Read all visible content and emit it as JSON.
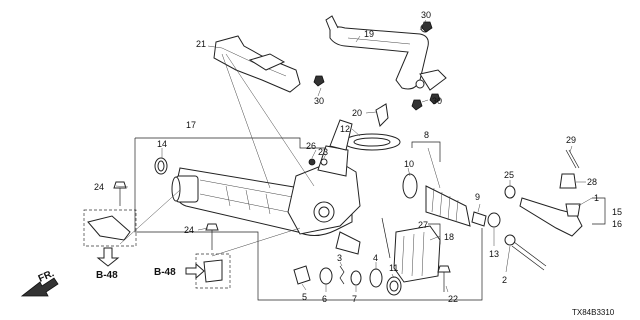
{
  "diagram": {
    "part_numbers": [
      "1",
      "2",
      "3",
      "4",
      "5",
      "6",
      "7",
      "8",
      "9",
      "10",
      "11",
      "12",
      "13",
      "14",
      "15",
      "16",
      "17",
      "18",
      "19",
      "20",
      "21",
      "22",
      "23",
      "24",
      "25",
      "26",
      "27",
      "28",
      "29",
      "30"
    ],
    "refs": {
      "b48": "B-48",
      "fr": "FR."
    },
    "drawing_code": "TX84B3310"
  }
}
